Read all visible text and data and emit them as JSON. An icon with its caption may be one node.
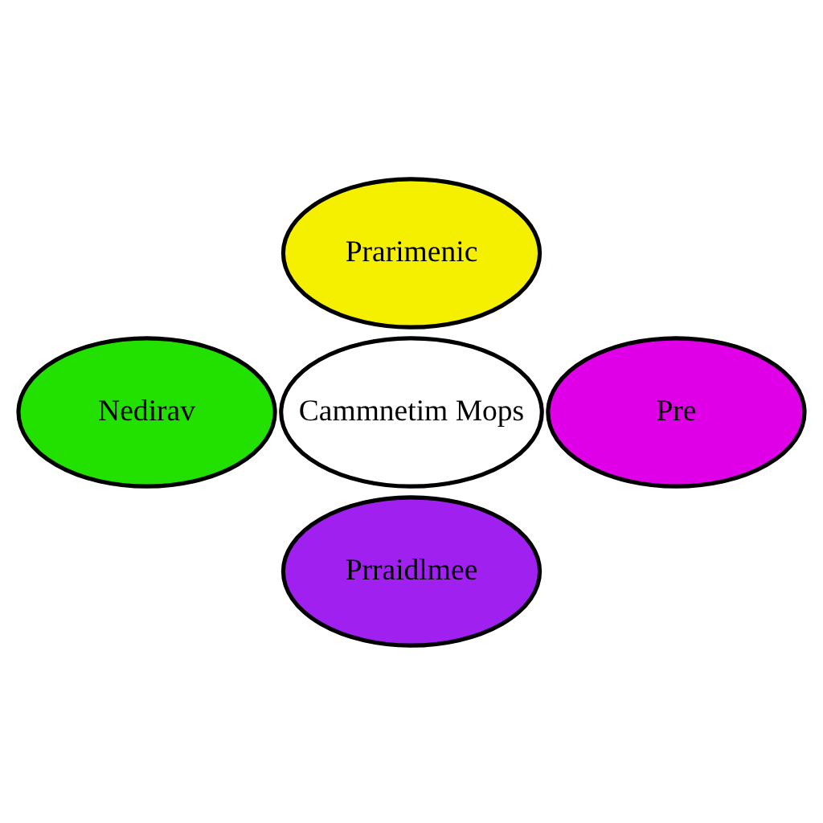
{
  "diagram": {
    "nodes": [
      {
        "text": [
          "Prarimenic"
        ]
      },
      {
        "text": [
          "Nedirav"
        ]
      },
      {
        "text": [
          "Cammnetim Mops"
        ]
      },
      {
        "text": [
          "Pre"
        ]
      },
      {
        "text": [
          "Prraidlmee"
        ]
      }
    ]
  }
}
